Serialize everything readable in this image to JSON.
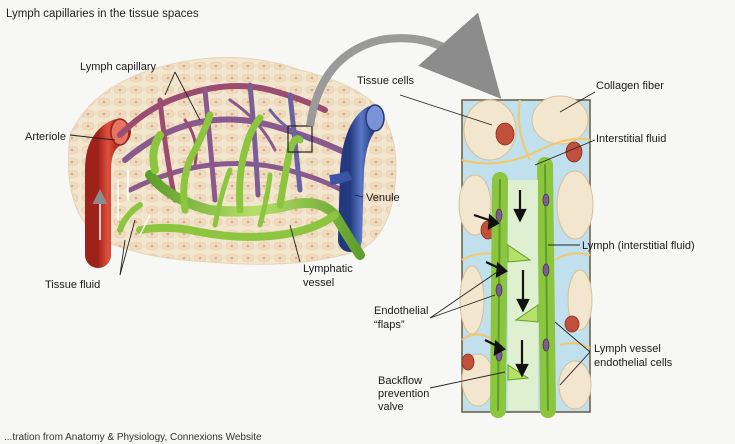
{
  "figure": {
    "title": "Lymph capillaries in the tissue spaces",
    "caption": "...tration from Anatomy & Physiology, Connexions Website"
  },
  "labels": {
    "lymph_capillary": "Lymph capillary",
    "arteriole": "Arteriole",
    "tissue_fluid": "Tissue fluid",
    "lymphatic_vessel": [
      "Lymphatic",
      "vessel"
    ],
    "venule": "Venule",
    "tissue_cells": "Tissue cells",
    "collagen_fiber": "Collagen fiber",
    "interstitial_fluid": "Interstitial fluid",
    "lymph": "Lymph (interstitial fluid)",
    "endothelial_flaps": [
      "Endothelial",
      "“flaps”"
    ],
    "lymph_vessel_cells": [
      "Lymph vessel",
      "endothelial cells"
    ],
    "backflow_valve": [
      "Backflow",
      "prevention",
      "valve"
    ]
  },
  "colors": {
    "artery_red": "#c8352b",
    "vein_blue": "#3a55a8",
    "capillary_purple": "#8a5a8e",
    "lymph_green": "#8cc63f",
    "lymph_dark_green": "#4f8f22",
    "tissue_cream": "#f3e6cf",
    "fluid_blue": "#bfe0ec",
    "cell_red": "#c0503c",
    "collagen_yellow": "#f4c86a"
  }
}
